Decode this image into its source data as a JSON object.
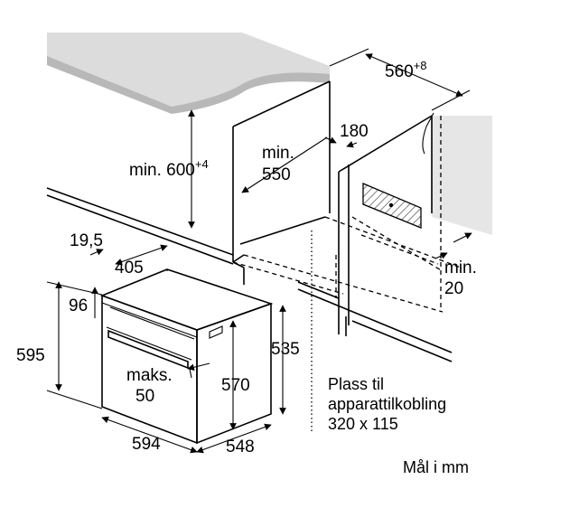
{
  "dimensions": {
    "niche_depth": "560",
    "niche_depth_tolerance": "+8",
    "niche_height_prefix": "min. 600",
    "niche_height_tolerance": "+4",
    "min550_line1": "min.",
    "min550_line2": "550",
    "vent_depth": "180",
    "min20_line1": "min.",
    "min20_line2": "20",
    "front_offset": "19,5",
    "top_depth": "405",
    "control_height": "96",
    "total_height": "595",
    "body_height": "535",
    "inner_height": "570",
    "maks_line1": "maks.",
    "maks_line2": "50",
    "width": "594",
    "depth": "548"
  },
  "notes": {
    "connection_line1": "Plass til",
    "connection_line2": "apparattilkobling",
    "connection_line3": "320 x 115",
    "units": "Mål i mm"
  },
  "colors": {
    "countertop": "#dcdcdc",
    "countertop_edge": "#b9b9b9",
    "wall": "#e9e9e9",
    "hatch": "#555555"
  }
}
